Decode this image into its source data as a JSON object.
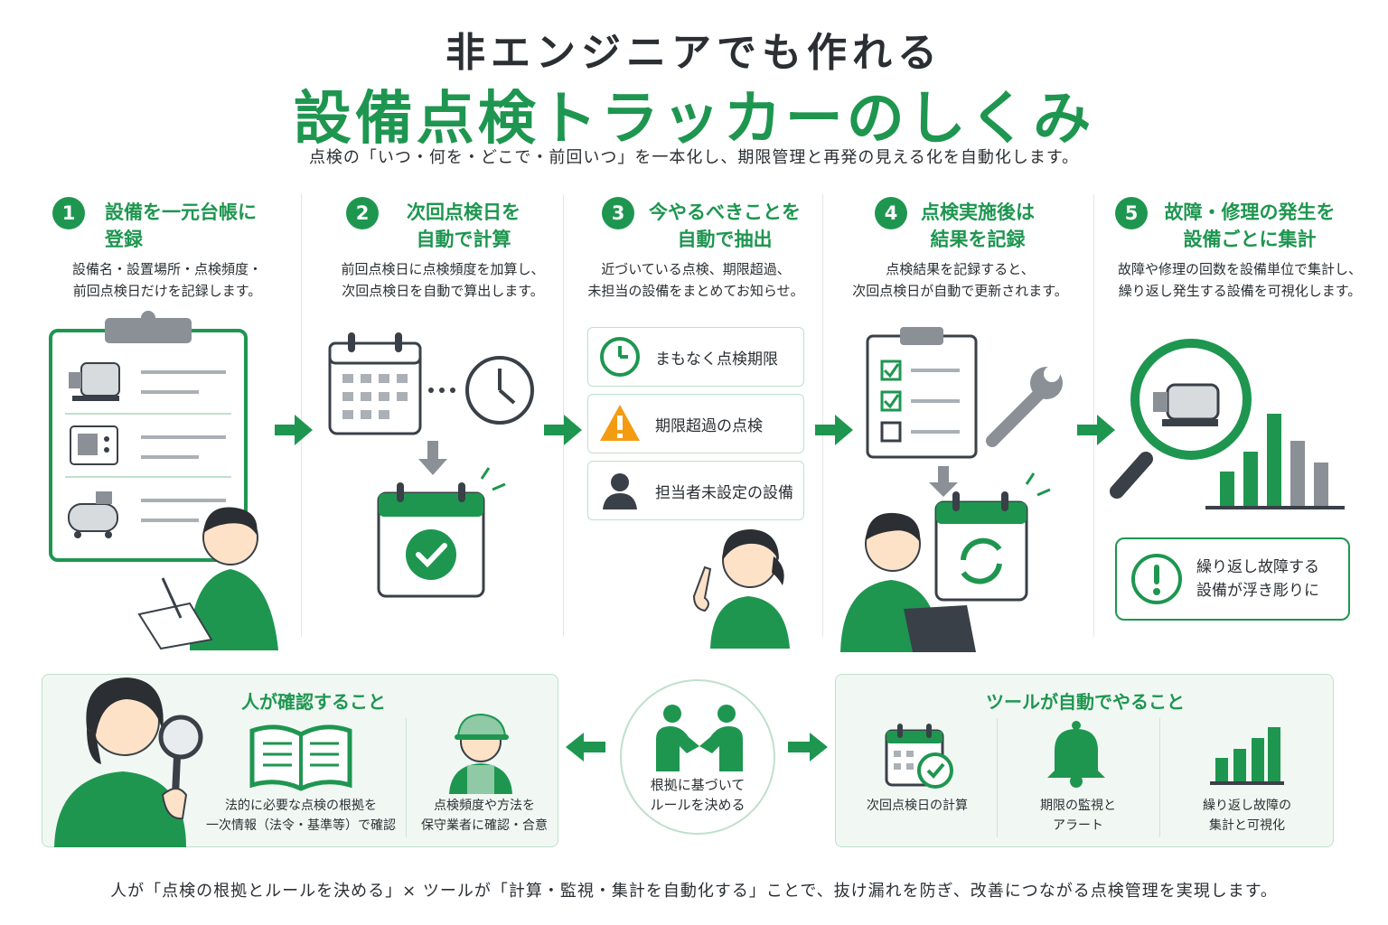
{
  "header": {
    "title_top": "非エンジニアでも作れる",
    "title_main": "設備点検トラッカーのしくみ",
    "subtitle": "点検の「いつ・何を・どこで・前回いつ」を一本化し、期限管理と再発の見える化を自動化します。"
  },
  "steps": [
    {
      "num": "1",
      "title_l1": "設備を一元台帳に",
      "title_l2": "登録",
      "desc_l1": "設備名・設置場所・点検頻度・",
      "desc_l2": "前回点検日だけを記録します。"
    },
    {
      "num": "2",
      "title_l1": "次回点検日を",
      "title_l2": "自動で計算",
      "desc_l1": "前回点検日に点検頻度を加算し、",
      "desc_l2": "次回点検日を自動で算出します。"
    },
    {
      "num": "3",
      "title_l1": "今やるべきことを",
      "title_l2": "自動で抽出",
      "desc_l1": "近づいている点検、期限超過、",
      "desc_l2": "未担当の設備をまとめてお知らせ。"
    },
    {
      "num": "4",
      "title_l1": "点検実施後は",
      "title_l2": "結果を記録",
      "desc_l1": "点検結果を記録すると、",
      "desc_l2": "次回点検日が自動で更新されます。"
    },
    {
      "num": "5",
      "title_l1": "故障・修理の発生を",
      "title_l2": "設備ごとに集計",
      "desc_l1": "故障や修理の回数を設備単位で集計し、",
      "desc_l2": "繰り返し発生する設備を可視化します。"
    }
  ],
  "alerts": [
    {
      "label": "まもなく点検期限",
      "color": "#1e9650"
    },
    {
      "label": "期限超過の点検",
      "color": "#f39c12"
    },
    {
      "label": "担当者未設定の設備",
      "color": "#3a4048"
    }
  ],
  "step5_callout": {
    "l1": "繰り返し故障する",
    "l2": "設備が浮き彫りに"
  },
  "human_panel": {
    "title": "人が確認すること",
    "item1_l1": "法的に必要な点検の根拠を",
    "item1_l2": "一次情報（法令・基準等）で確認",
    "item2_l1": "点検頻度や方法を",
    "item2_l2": "保守業者に確認・合意"
  },
  "center": {
    "l1": "根拠に基づいて",
    "l2": "ルールを決める"
  },
  "tool_panel": {
    "title": "ツールが自動でやること",
    "item1": "次回点検日の計算",
    "item2_l1": "期限の監視と",
    "item2_l2": "アラート",
    "item3_l1": "繰り返し故障の",
    "item3_l2": "集計と可視化"
  },
  "footer": "人が「点検の根拠とルールを決める」× ツールが「計算・監視・集計を自動化する」ことで、抜け漏れを防ぎ、改善につながる点検管理を実現します。",
  "colors": {
    "accent": "#1e9650",
    "warning": "#f39c12",
    "dark": "#3a4048",
    "gray": "#8a9096"
  }
}
